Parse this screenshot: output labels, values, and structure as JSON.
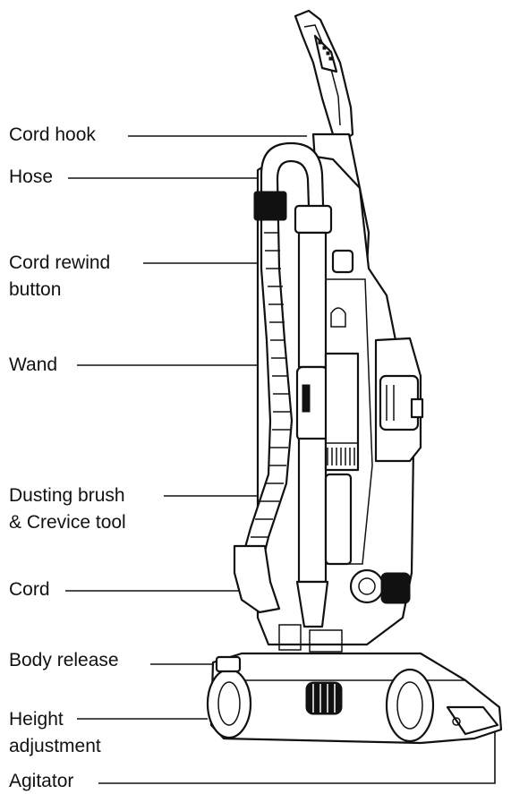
{
  "labels": {
    "cord_hook": "Cord hook",
    "hose": "Hose",
    "cord_rewind": "Cord rewind\nbutton",
    "wand": "Wand",
    "dusting_brush": "Dusting brush\n& Crevice tool",
    "cord": "Cord",
    "body_release": "Body release",
    "height_adjustment": "Height\nadjustment",
    "agitator": "Agitator"
  },
  "colors": {
    "line": "#111111",
    "background": "#ffffff"
  }
}
